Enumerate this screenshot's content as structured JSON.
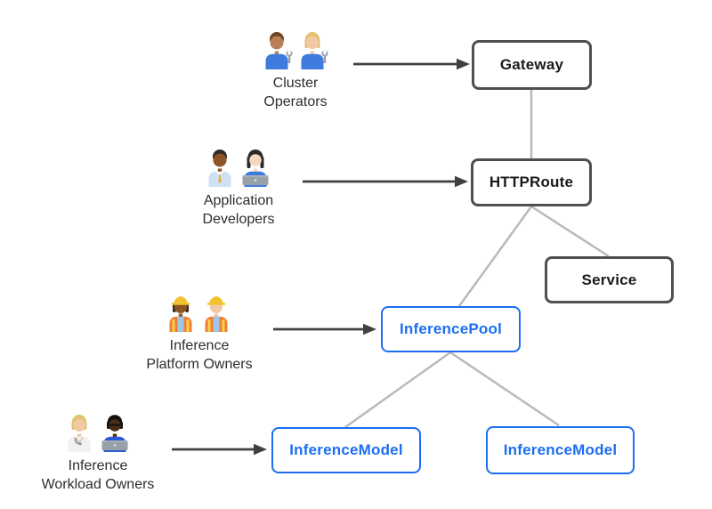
{
  "diagram": {
    "nodes": {
      "gateway": {
        "label": "Gateway"
      },
      "httproute": {
        "label": "HTTPRoute"
      },
      "service": {
        "label": "Service"
      },
      "inference_pool": {
        "label": "InferencePool"
      },
      "inference_model_left": {
        "label": "InferenceModel"
      },
      "inference_model_right": {
        "label": "InferenceModel"
      }
    },
    "personas": {
      "cluster_operators": {
        "line1": "Cluster",
        "line2": "Operators",
        "icon": "mechanics-pair-emoji"
      },
      "application_developers": {
        "line1": "Application",
        "line2": "Developers",
        "icon": "office-worker-and-technologist-pair-emoji"
      },
      "inference_platform_owners": {
        "line1": "Inference",
        "line2": "Platform Owners",
        "icon": "construction-workers-pair-emoji"
      },
      "inference_workload_owners": {
        "line1": "Inference",
        "line2": "Workload Owners",
        "icon": "health-worker-and-technologist-pair-emoji"
      }
    },
    "colors": {
      "blue_accent": "#1b6ef3",
      "box_border_gray": "#4f4f4f",
      "edge_gray": "#b9b9b9",
      "arrow_dark": "#404040",
      "background": "#ffffff"
    }
  }
}
